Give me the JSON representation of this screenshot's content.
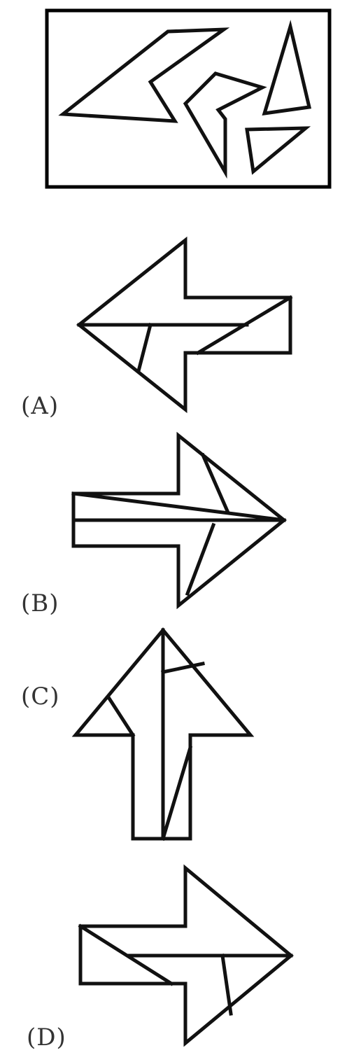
{
  "options": [
    {
      "id": "A",
      "label": "(A)",
      "shape": "arrow-left"
    },
    {
      "id": "B",
      "label": "(B)",
      "shape": "arrow-right"
    },
    {
      "id": "C",
      "label": "(C)",
      "shape": "arrow-up"
    },
    {
      "id": "D",
      "label": "(D)",
      "shape": "arrow-right"
    }
  ],
  "colors": {
    "line": "#111111",
    "label": "#333333",
    "background": "#ffffff"
  }
}
